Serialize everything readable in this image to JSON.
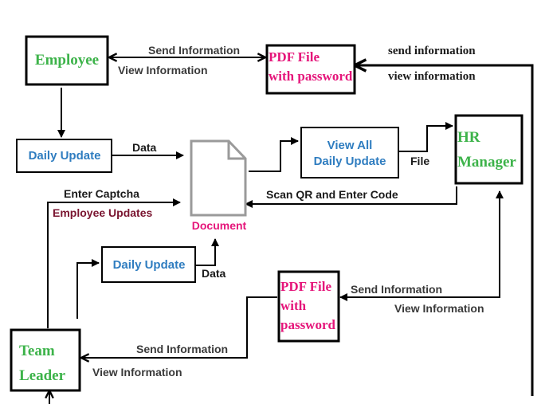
{
  "colors": {
    "green": "#3db34a",
    "magenta": "#e5157a",
    "blue": "#2f7dc0",
    "maroon": "#7a1530",
    "text": "#1a1a1a",
    "gray_text": "#3a3a3a",
    "doc_stroke": "#9a9a9a"
  },
  "nodes": {
    "employee": "Employee",
    "pdf_top": [
      "PDF File",
      "with password"
    ],
    "daily_update_top": "Daily Update",
    "document": "Document",
    "view_all": [
      "View All",
      "Daily Update"
    ],
    "hr_manager": [
      "HR",
      "Manager"
    ],
    "daily_update_mid": "Daily Update",
    "pdf_bottom": [
      "PDF File",
      "with",
      "password"
    ],
    "team_leader": [
      "Team",
      "Leader"
    ]
  },
  "edges": {
    "emp_send": "Send Information",
    "emp_view": "View Information",
    "hr_send": "send information",
    "hr_view": "view information",
    "data_top": "Data",
    "file": "File",
    "scan_qr": "Scan QR and Enter Code",
    "enter_captcha": "Enter Captcha",
    "employee_updates": "Employee Updates",
    "data_mid": "Data",
    "pdf_send": "Send Information",
    "pdf_view": "View Information",
    "tl_send": "Send Information",
    "tl_view": "View Information"
  },
  "icons": {
    "document": "document-icon"
  }
}
